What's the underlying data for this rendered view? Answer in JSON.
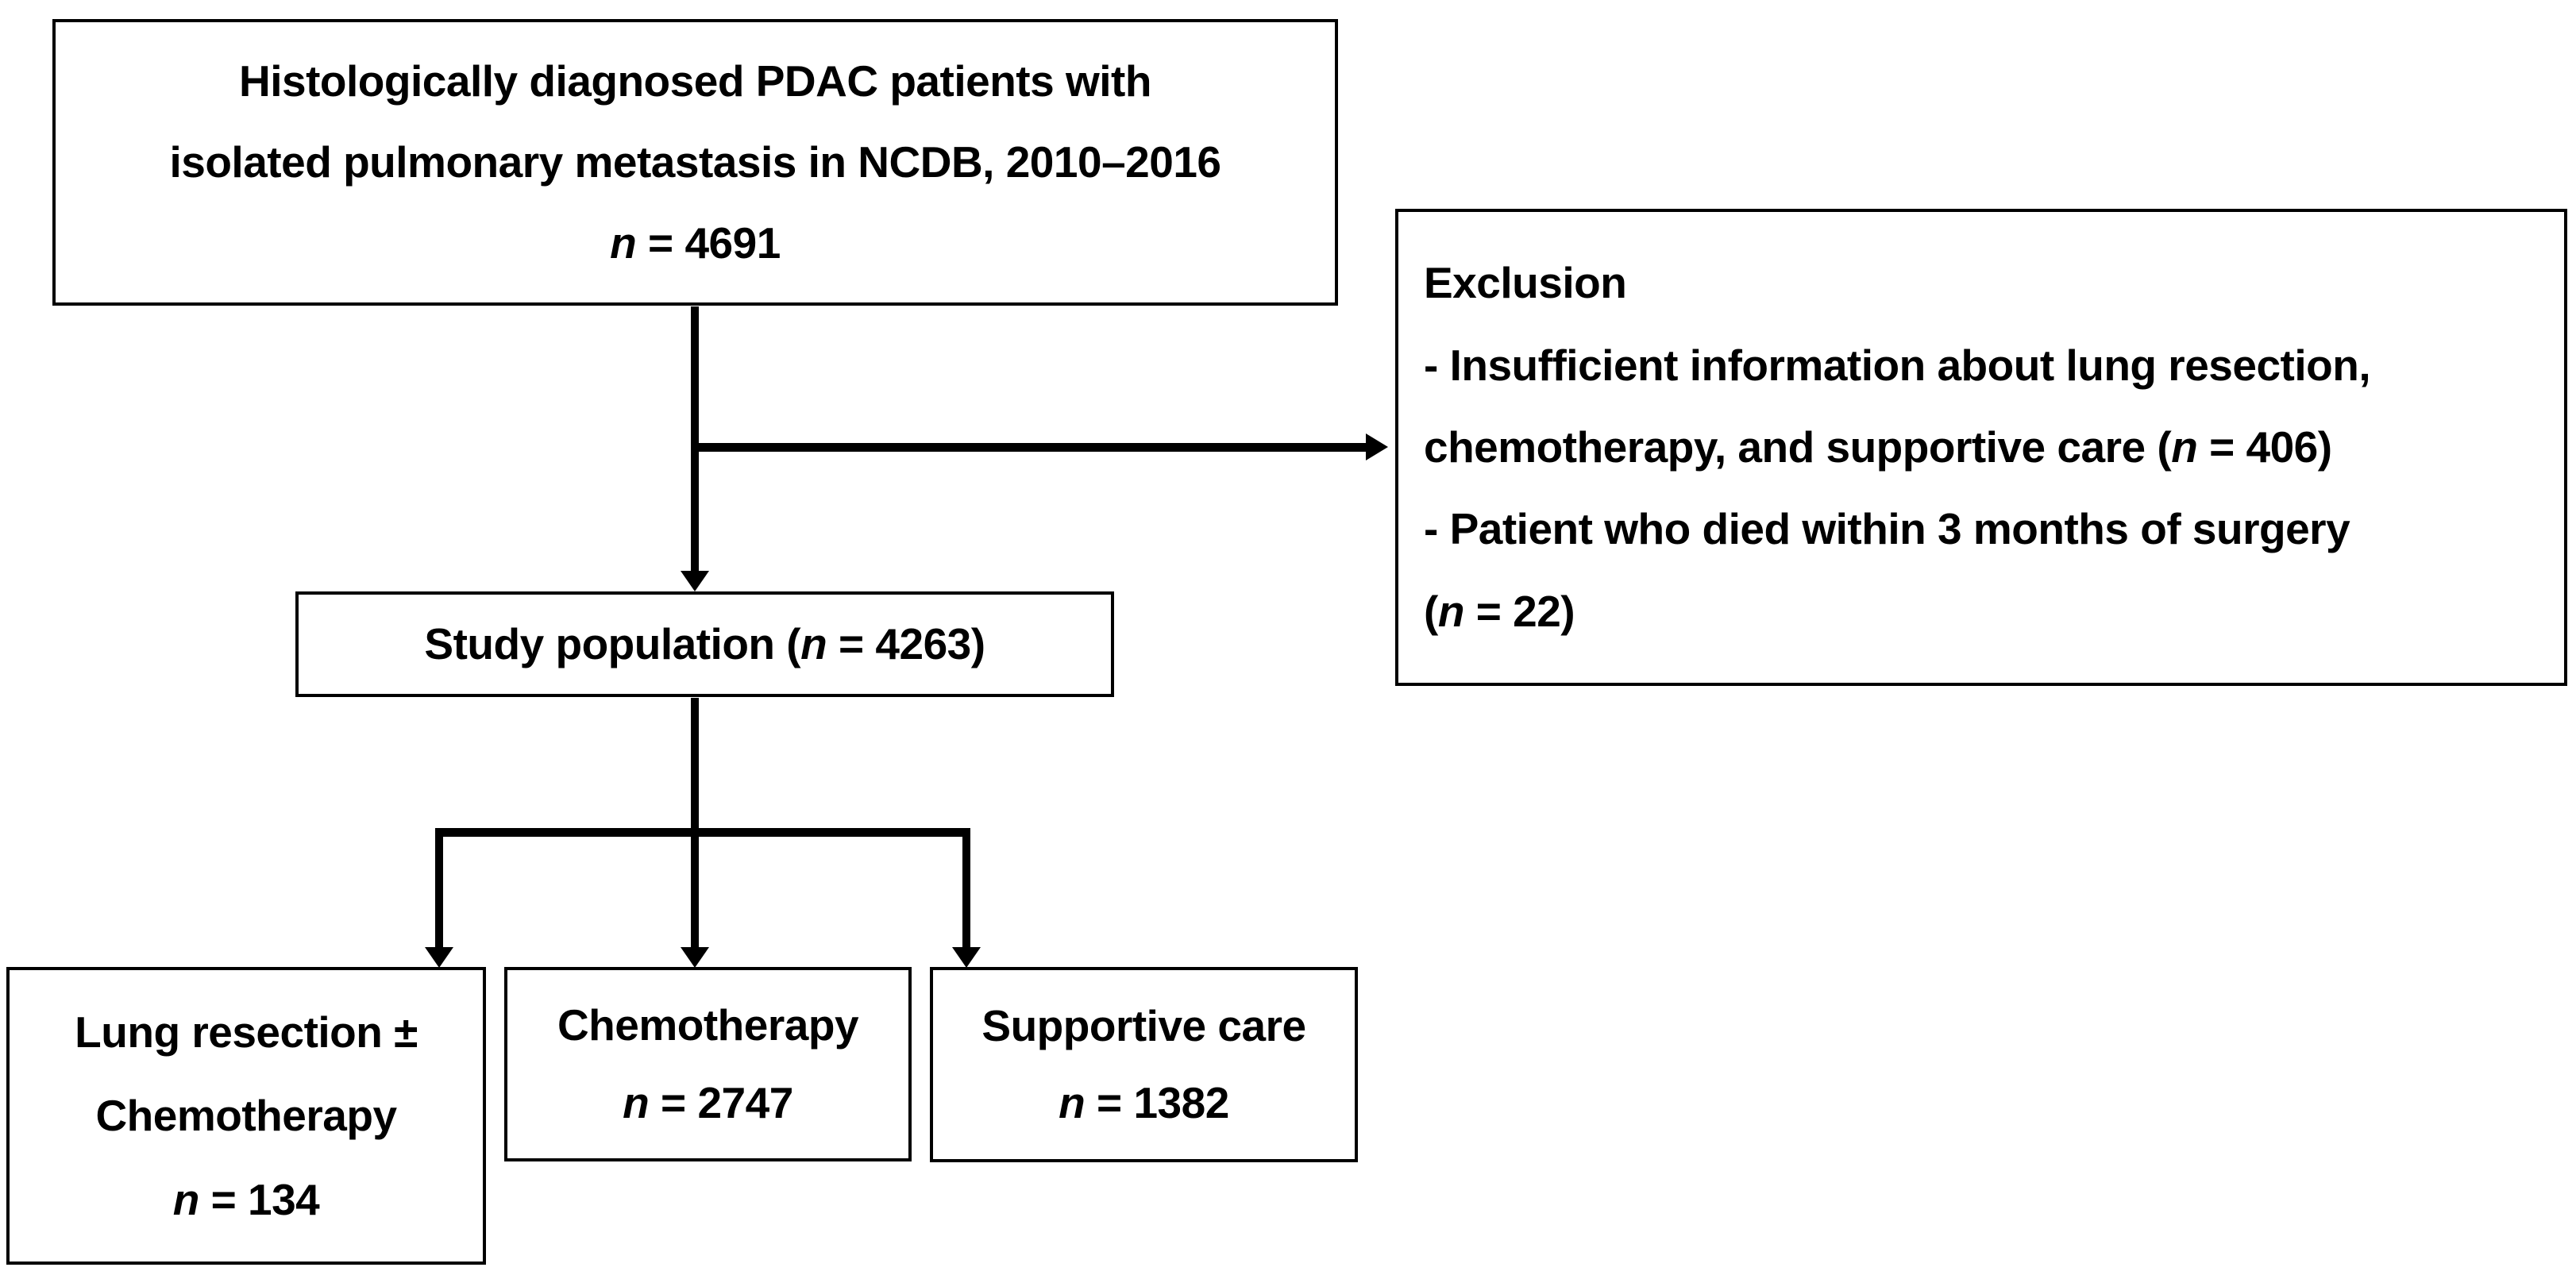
{
  "colors": {
    "ink": "#000000",
    "paper": "#ffffff"
  },
  "top_box": {
    "line1": "Histologically diagnosed PDAC patients with",
    "line2": "isolated pulmonary metastasis in NCDB, 2010–2016",
    "count_n": "n",
    "count_post": " = 4691"
  },
  "exclusion_box": {
    "title": "Exclusion",
    "bullet1_line1": "- Insufficient information about lung resection,",
    "bullet1_line2_pre": "chemotherapy, and supportive care (",
    "bullet1_n": "n",
    "bullet1_post": " = 406)",
    "bullet2_line1": "- Patient who died within 3 months of surgery",
    "bullet2_line2_pre": "(",
    "bullet2_n": "n",
    "bullet2_post": " = 22)"
  },
  "study_box": {
    "pre": "Study population (",
    "n": "n",
    "post": " = 4263)"
  },
  "outcome_boxes": [
    {
      "line1": "Lung resection ±",
      "line2": "Chemotherapy",
      "n": "n",
      "count": " = 134"
    },
    {
      "line1": "Chemotherapy",
      "n": "n",
      "count": " = 2747"
    },
    {
      "line1": "Supportive care",
      "n": "n",
      "count": " = 1382"
    }
  ]
}
